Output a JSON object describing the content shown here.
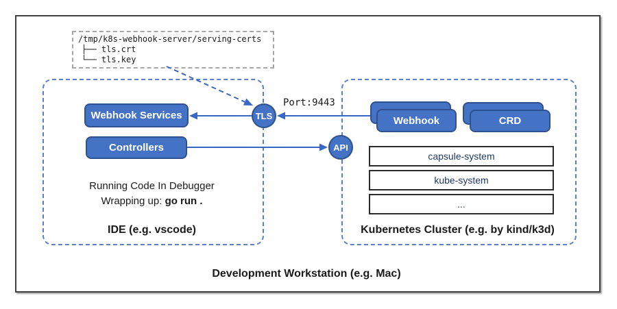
{
  "diagram": {
    "workstation_label": "Development Workstation (e.g. Mac)",
    "certs_box": {
      "path": "/tmp/k8s-webhook-server/serving-certs",
      "file_1": "├── tls.crt",
      "file_2": "└── tls.key"
    },
    "ide": {
      "label": "IDE (e.g. vscode)",
      "webhook_services_label": "Webhook Services",
      "controllers_label": "Controllers",
      "note_line1": "Running Code In Debugger",
      "note_line2_prefix": "Wrapping up: ",
      "note_line2_command": "go run ."
    },
    "cluster": {
      "label": "Kubernetes Cluster (e.g. by kind/k3d)",
      "webhook_label": "Webhook",
      "crd_label": "CRD",
      "namespaces": [
        "capsule-system",
        "kube-system",
        "..."
      ]
    },
    "tls_label": "TLS",
    "api_label": "API",
    "port_label": "Port:9443",
    "colors": {
      "node_fill": "#4472c4",
      "node_border": "#2f528f",
      "dashed_container_border": "#5b7fc7",
      "certs_box_border": "#a6a6a6",
      "arrow": "#3a66c4",
      "namespace_text": "#203864",
      "frame_border": "#404040"
    }
  }
}
